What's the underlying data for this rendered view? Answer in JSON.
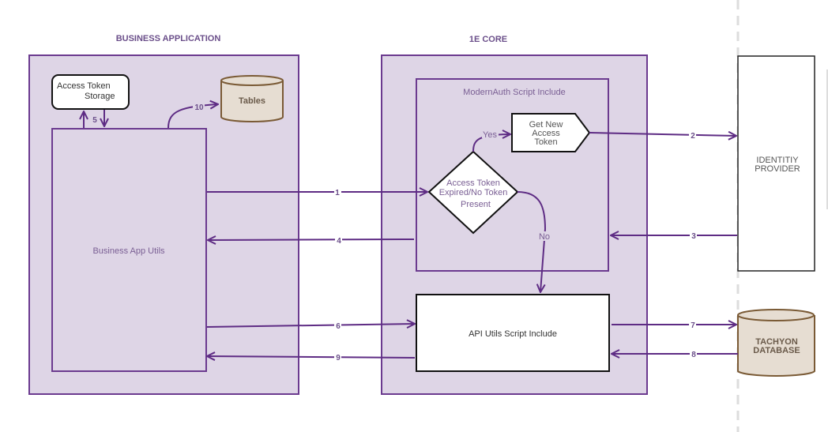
{
  "diagram": {
    "colors": {
      "accent": "#5e2c84",
      "container_fill": "#ded5e6",
      "container_stroke": "#6b3a8f",
      "database_fill": "#e6ddd2",
      "database_stroke": "#7a5a35",
      "divider": "#dddddd"
    },
    "groups": {
      "business_application": {
        "title": "BUSINESS  APPLICATION"
      },
      "core": {
        "title": "1E CORE"
      }
    },
    "nodes": {
      "access_token_storage": {
        "line1": "Access Token",
        "line2": "Storage"
      },
      "tables": {
        "label": "Tables"
      },
      "business_app_utils": {
        "label": "Business App Utils"
      },
      "modernauth": {
        "label": "ModernAuth Script Include"
      },
      "get_new_token": {
        "line1": "Get New",
        "line2": "Access",
        "line3": "Token"
      },
      "decision": {
        "line1": "Access Token",
        "line2": "Expired/No Token",
        "line3": "Present"
      },
      "api_utils": {
        "label": "API Utils Script Include"
      },
      "identity_provider": {
        "line1": "IDENTITIY",
        "line2": "PROVIDER"
      },
      "tachyon_database": {
        "line1": "TACHYON",
        "line2": "DATABASE"
      }
    },
    "edges": {
      "e1": "1",
      "e2": "2",
      "e3": "3",
      "e4": "4",
      "e5": "5",
      "e6": "6",
      "e7": "7",
      "e8": "8",
      "e9": "9",
      "e10": "10",
      "yes": "Yes",
      "no": "No"
    }
  }
}
